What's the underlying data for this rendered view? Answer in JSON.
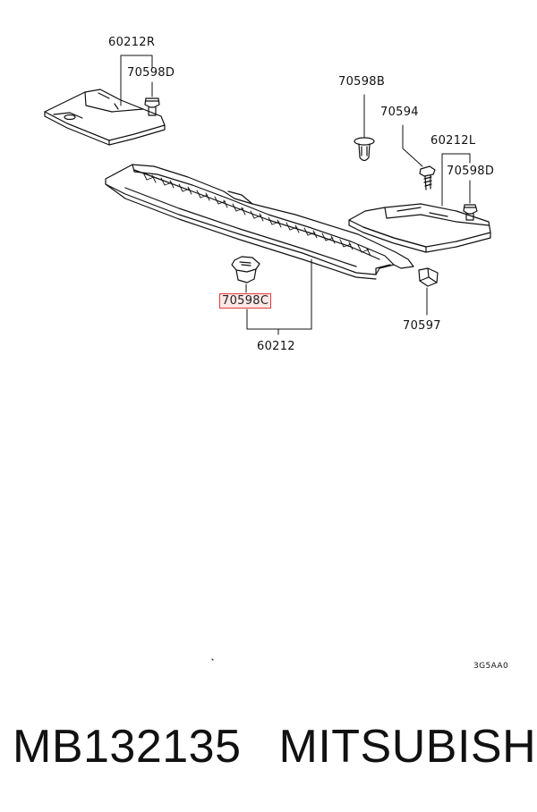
{
  "diagram": {
    "parts": {
      "p60212R": "60212R",
      "p70598D_left": "70598D",
      "p70598B": "70598B",
      "p70594": "70594",
      "p60212L": "60212L",
      "p70598D_right": "70598D",
      "p70598C": "70598C",
      "p70597": "70597",
      "p60212": "60212"
    },
    "drawing_code": "3G5AA0",
    "highlight_color": "#e23a3a"
  },
  "caption": {
    "part_number": "MB132135",
    "brand": "MITSUBISHI"
  }
}
